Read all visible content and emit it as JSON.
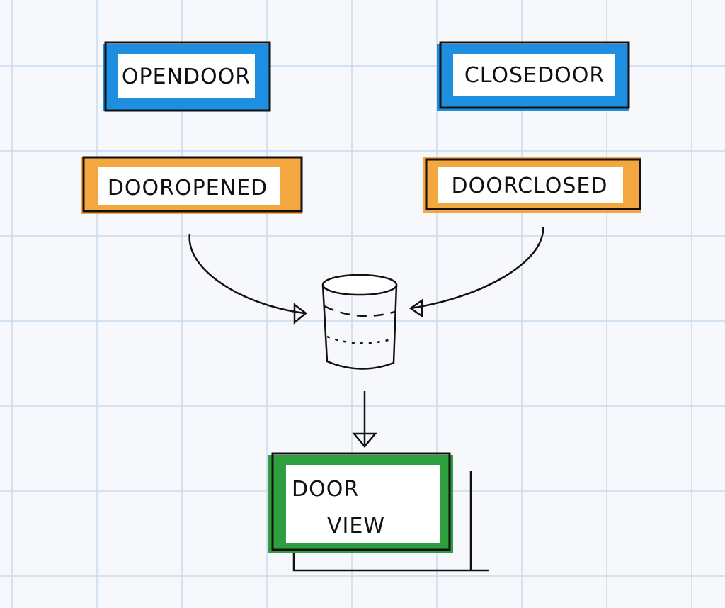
{
  "colors": {
    "command": "#1e8fe0",
    "event": "#f4a63f",
    "view": "#2f9e3f",
    "grid": "#c9dbef",
    "ink": "#111111"
  },
  "commands": [
    {
      "label": "OPENDOOR"
    },
    {
      "label": "CLOSEDOOR"
    }
  ],
  "events": [
    {
      "label": "DOOROPENED"
    },
    {
      "label": "DOORCLOSED"
    }
  ],
  "store": {
    "icon": "database-icon"
  },
  "view": {
    "line1": "DOOR",
    "line2": "VIEW"
  }
}
